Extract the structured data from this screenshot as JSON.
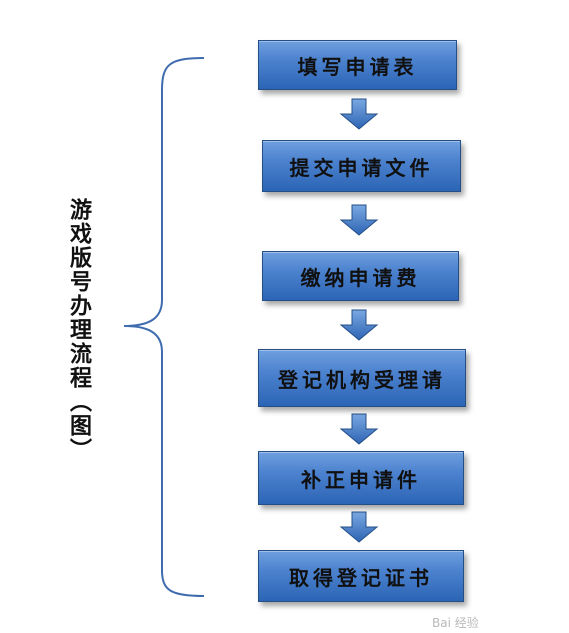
{
  "side_title": "游戏版号办理流程（图）",
  "steps": [
    "填写申请表",
    "提交申请文件",
    "缴纳申请费",
    "登记机构受理请",
    "补正申请件",
    "取得登记证书"
  ],
  "watermark": "Bai 经验",
  "colors": {
    "box_top": "#6f9fdf",
    "box_bottom": "#2c65b6",
    "arrow_top": "#7aa8e2",
    "arrow_bottom": "#2d64b3",
    "brace": "#3f6cae"
  }
}
